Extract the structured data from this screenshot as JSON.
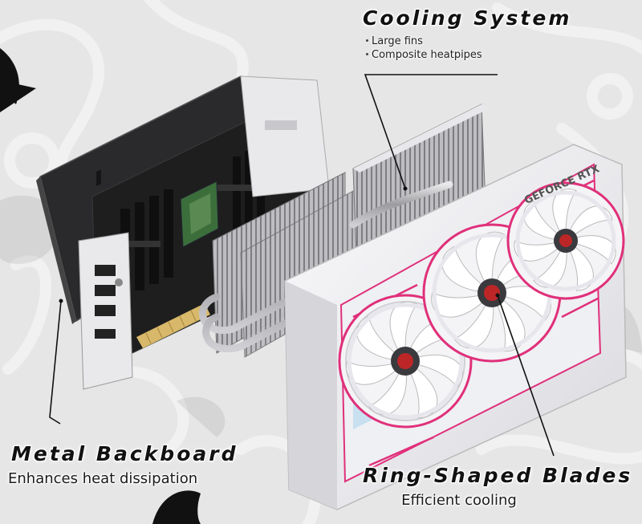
{
  "callouts": {
    "cooling": {
      "title": "Cooling System",
      "bullets": [
        "Large fins",
        "Composite heatpipes"
      ]
    },
    "backboard": {
      "title": "Metal Backboard",
      "subtitle": "Enhances heat dissipation"
    },
    "blades": {
      "title": "Ring-Shaped Blades",
      "subtitle": "Efficient cooling"
    }
  },
  "card": {
    "brand_text": "GEFORCE RTX"
  },
  "colors": {
    "background": "#e6e6e6",
    "accent_pink": "#e0307a",
    "shroud_white": "#f4f4f6",
    "pcb_black": "#1e1e1e",
    "fin_gray": "#a8a8ac"
  }
}
